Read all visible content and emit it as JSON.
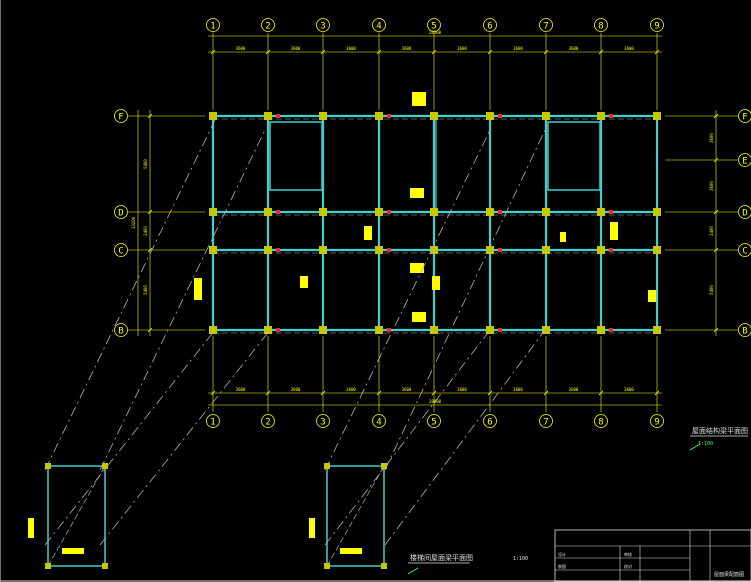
{
  "colors": {
    "background": "#000000",
    "axis_yellow": "#ffff00",
    "beam_cyan": "#3fd0d0",
    "column_fill": "#c8c800",
    "rebar_red": "#ff2020",
    "hatch_gray": "#b0b0b0",
    "frame_white": "#e0e0e0",
    "label_green": "#40ff40"
  },
  "axes_horizontal": {
    "top_labels": [
      "1",
      "2",
      "3",
      "4",
      "5",
      "6",
      "7",
      "8",
      "9"
    ],
    "bottom_labels": [
      "1",
      "2",
      "3",
      "4",
      "5",
      "6",
      "7",
      "8",
      "9"
    ],
    "top_spacings": [
      "3600",
      "3600",
      "3600",
      "3600",
      "3600",
      "3600",
      "3600",
      "3600"
    ],
    "bottom_spacings": [
      "3600",
      "3600",
      "3600",
      "3600",
      "3600",
      "3600",
      "3600",
      "3600"
    ],
    "top_total": "28800",
    "bottom_total": "28800"
  },
  "axes_vertical": {
    "left_labels": [
      "F",
      "D",
      "C",
      "B"
    ],
    "right_labels": [
      "F",
      "E",
      "D",
      "C",
      "B"
    ],
    "left_spacings": [
      "5400",
      "2400",
      "5400"
    ],
    "left_total": "13200",
    "right_spacings": [
      "3600",
      "3600",
      "2400",
      "5400"
    ]
  },
  "titles": {
    "main_plan": "屋面结构梁平面图",
    "main_scale": "1:100",
    "detail_plan": "楼梯间屋面梁平面图",
    "detail_scale": "1:100"
  },
  "title_block": {
    "rows": [
      "设计",
      "制图",
      "审核",
      "校对"
    ],
    "drawing_name": "屋面梁配筋图"
  }
}
